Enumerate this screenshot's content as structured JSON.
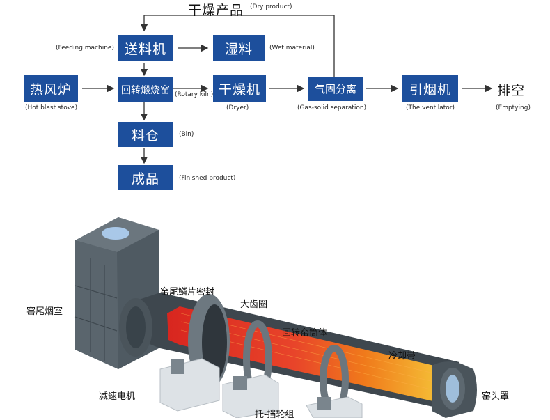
{
  "flow": {
    "top": {
      "cn": "干燥产品",
      "en": "(Dry product)"
    },
    "feeding": {
      "cn": "送料机",
      "en": "(Feeding machine)"
    },
    "wet": {
      "cn": "湿料",
      "en": "(Wet material)"
    },
    "stove": {
      "cn": "热风炉",
      "en": "(Hot blast stove)"
    },
    "kiln": {
      "cn": "回转煅烧窑",
      "en": "(Rotary kiln)"
    },
    "dryer": {
      "cn": "干燥机",
      "en": "(Dryer)"
    },
    "separation": {
      "cn": "气固分离",
      "en": "(Gas-solid separation)"
    },
    "ventilator": {
      "cn": "引烟机",
      "en": "(The ventilator)"
    },
    "emptying": {
      "cn": "排空",
      "en": "(Emptying)"
    },
    "bin": {
      "cn": "料仓",
      "en": "(Bin)"
    },
    "finished": {
      "cn": "成品",
      "en": "(Finished product)"
    }
  },
  "kiln_labels": {
    "smoke_chamber": "窑尾烟室",
    "tail_seal": "窑尾鳞片密封",
    "gear_ring": "大齿圈",
    "kiln_body": "回转窑筒体",
    "cooling_zone": "冷却带",
    "reducer_motor": "减速电机",
    "head_cover": "窑头罩",
    "roller_group": "托-挡轮组"
  },
  "colors": {
    "box": "#1d4f9c",
    "kiln_hot": "#e8322b",
    "kiln_mid": "#f27a1a",
    "kiln_cool": "#f3c233",
    "steel": "#5d6870"
  }
}
